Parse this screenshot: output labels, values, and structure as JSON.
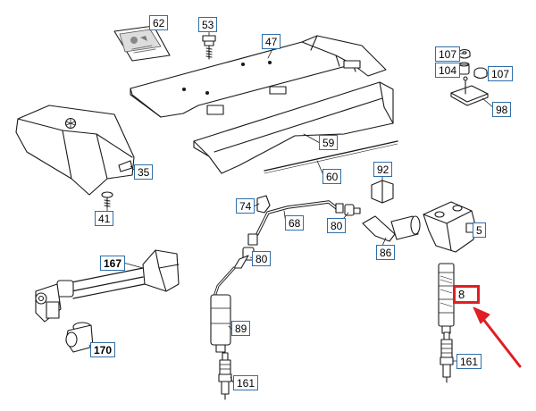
{
  "colors": {
    "line": "#1a1a1a",
    "callout_border": "#2f6fa8",
    "highlight": "#e01e24",
    "fill": "#ffffff"
  },
  "callouts": [
    {
      "id": "c62",
      "label": "62",
      "bold": false
    },
    {
      "id": "c53",
      "label": "53",
      "bold": false
    },
    {
      "id": "c47",
      "label": "47",
      "bold": false
    },
    {
      "id": "c107a",
      "label": "107",
      "bold": false
    },
    {
      "id": "c104",
      "label": "104",
      "bold": false
    },
    {
      "id": "c107b",
      "label": "107",
      "bold": false
    },
    {
      "id": "c98",
      "label": "98",
      "bold": false
    },
    {
      "id": "c59",
      "label": "59",
      "bold": false
    },
    {
      "id": "c35",
      "label": "35",
      "bold": false
    },
    {
      "id": "c60",
      "label": "60",
      "bold": false
    },
    {
      "id": "c92",
      "label": "92",
      "bold": false
    },
    {
      "id": "c41",
      "label": "41",
      "bold": false
    },
    {
      "id": "c74",
      "label": "74",
      "bold": false
    },
    {
      "id": "c68",
      "label": "68",
      "bold": false
    },
    {
      "id": "c80a",
      "label": "80",
      "bold": false
    },
    {
      "id": "c5",
      "label": "5",
      "bold": false
    },
    {
      "id": "c86",
      "label": "86",
      "bold": false
    },
    {
      "id": "c80b",
      "label": "80",
      "bold": false
    },
    {
      "id": "c167",
      "label": "167",
      "bold": true
    },
    {
      "id": "c8",
      "label": "8",
      "bold": false,
      "highlight": true
    },
    {
      "id": "c89",
      "label": "89",
      "bold": false
    },
    {
      "id": "c170",
      "label": "170",
      "bold": true
    },
    {
      "id": "c161a",
      "label": "161",
      "bold": false
    },
    {
      "id": "c161b",
      "label": "161",
      "bold": false
    }
  ]
}
